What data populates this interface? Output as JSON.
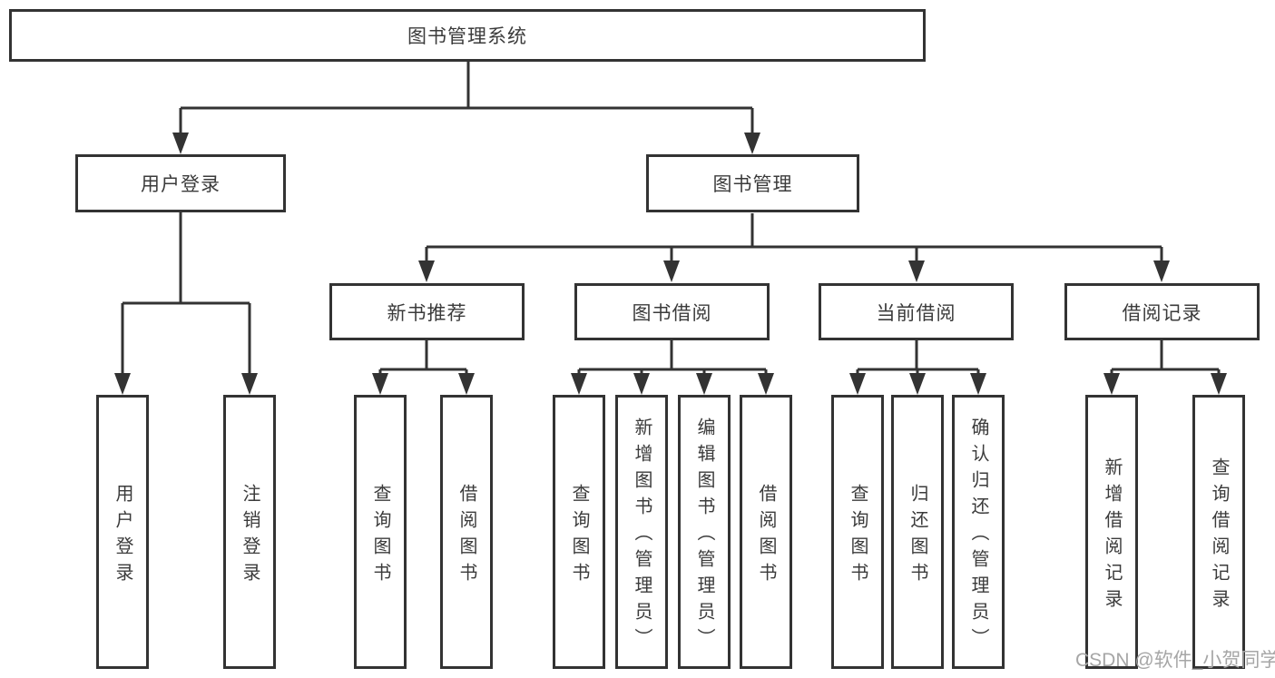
{
  "tree": {
    "root": {
      "label": "图书管理系统",
      "children": [
        {
          "label": "用户登录",
          "children": [
            {
              "label": "用户登录"
            },
            {
              "label": "注销登录"
            }
          ]
        },
        {
          "label": "图书管理",
          "children": [
            {
              "label": "新书推荐",
              "children": [
                {
                  "label": "查询图书"
                },
                {
                  "label": "借阅图书"
                }
              ]
            },
            {
              "label": "图书借阅",
              "children": [
                {
                  "label": "查询图书"
                },
                {
                  "label": "新增图书（管理员）"
                },
                {
                  "label": "编辑图书（管理员）"
                },
                {
                  "label": "借阅图书"
                }
              ]
            },
            {
              "label": "当前借阅",
              "children": [
                {
                  "label": "查询图书"
                },
                {
                  "label": "归还图书"
                },
                {
                  "label": "确认归还（管理员）"
                }
              ]
            },
            {
              "label": "借阅记录",
              "children": [
                {
                  "label": "新增借阅记录"
                },
                {
                  "label": "查询借阅记录"
                }
              ]
            }
          ]
        }
      ]
    }
  },
  "watermark": {
    "text": "CSDN @软件_小贺同学"
  },
  "colors": {
    "line": "#333333",
    "box_border": "#333333",
    "text": "#3b3b3b",
    "watermark": "#a6a6a6",
    "background": "#ffffff"
  }
}
